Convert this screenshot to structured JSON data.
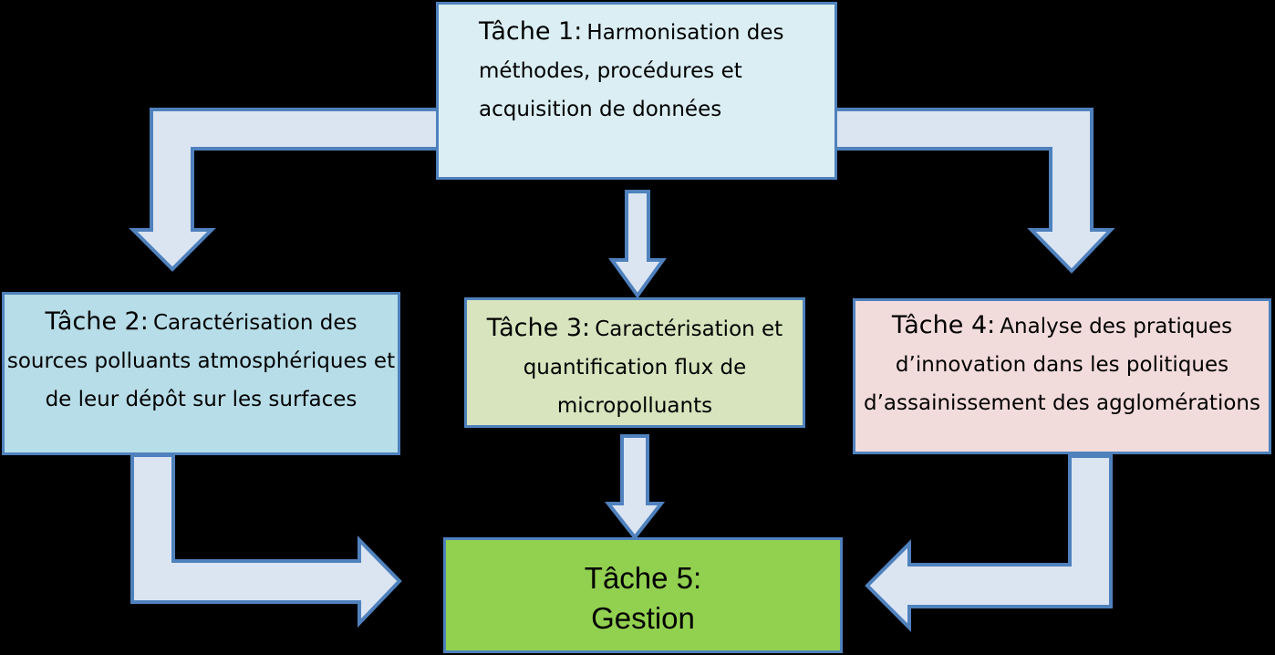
{
  "diagram": {
    "tasks": {
      "task1": {
        "lead": "Tâche 1:",
        "text": "Harmonisation des méthodes, procédures et acquisition de données"
      },
      "task2": {
        "lead": "Tâche 2:",
        "text": "Caractérisation des sources polluants atmosphériques et de leur dépôt sur les surfaces"
      },
      "task3": {
        "lead": "Tâche 3:",
        "text": "Caractérisation et quantification flux de micropolluants"
      },
      "task4": {
        "lead": "Tâche 4:",
        "text": "Analyse des pratiques d’innovation dans les politiques d’assainissement des agglomérations"
      },
      "task5": {
        "lead": "Tâche 5:",
        "text": "Gestion"
      }
    },
    "colors": {
      "background": "#000000",
      "task1_fill": "#daeef3",
      "task2_fill": "#b7dde8",
      "task3_fill": "#d7e4bd",
      "task4_fill": "#f2dcdb",
      "task5_fill": "#92d050",
      "border": "#4f81bd",
      "arrow_fill": "#dbe5f1"
    }
  }
}
